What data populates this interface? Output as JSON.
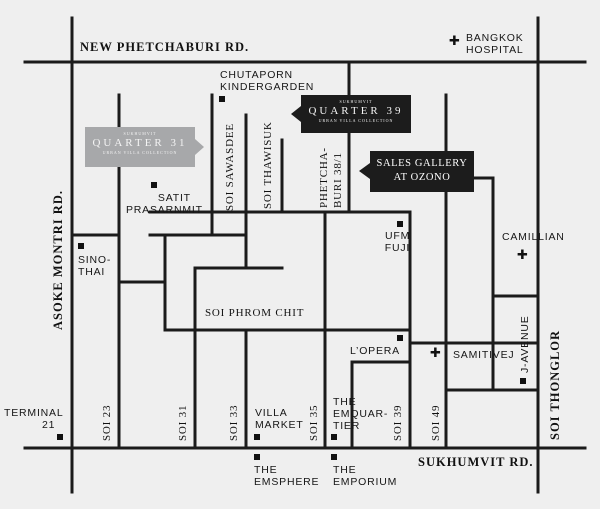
{
  "roads": {
    "new_phetchaburi": "NEW PHETCHABURI RD.",
    "sukhumvit": "SUKHUMVIT RD.",
    "asoke_montri": "ASOKE MONTRI RD.",
    "soi_thonglor": "SOI THONGLOR",
    "soi_sawasdee": "SOI SAWASDEE",
    "soi_thawisuk": "SOI THAWISUK",
    "phetchaburi_38_1": [
      "PHETCHA-",
      "BURI 38/1"
    ],
    "soi_phrom_chit": "SOI PHROM CHIT",
    "soi_23": "SOI 23",
    "soi_31": "SOI 31",
    "soi_33": "SOI 33",
    "soi_35": "SOI 35",
    "soi_39": "SOI 39",
    "soi_49": "SOI 49"
  },
  "projects": {
    "quarter31": {
      "brand": "SUKHUMVIT",
      "name": "QUARTER 31",
      "tagline": "URBAN VILLA COLLECTION"
    },
    "quarter39": {
      "brand": "SUKHUMVIT",
      "name": "QUARTER 39",
      "tagline": "URBAN VILLA COLLECTION"
    },
    "sales_gallery": [
      "SALES GALLERY",
      "AT OZONO"
    ]
  },
  "landmarks": {
    "bangkok_hospital": [
      "BANGKOK",
      "HOSPITAL"
    ],
    "chutaporn": [
      "CHUTAPORN",
      "KINDERGARDEN"
    ],
    "satit": [
      "SATIT",
      "PRASARNMIT"
    ],
    "sino_thai": [
      "SINO-",
      "THAI"
    ],
    "ufm_fuji": [
      "UFM",
      "FUJI"
    ],
    "camillian": "CAMILLIAN",
    "lopera": "L’OPERA",
    "samitivej": "SAMITIVEJ",
    "j_avenue": "J-AVENUE",
    "terminal21": [
      "TERMINAL",
      "21"
    ],
    "villa_market": [
      "VILLA",
      "MARKET"
    ],
    "emquartier": [
      "THE",
      "EMQUAR-",
      "TIER"
    ],
    "emsphere": [
      "THE",
      "EMSPHERE"
    ],
    "emporium": [
      "THE",
      "EMPORIUM"
    ]
  },
  "colors": {
    "background": "#efefef",
    "road": "#1b1b1b",
    "q31": "#a7a8aa",
    "q39": "#1c1c1c"
  }
}
